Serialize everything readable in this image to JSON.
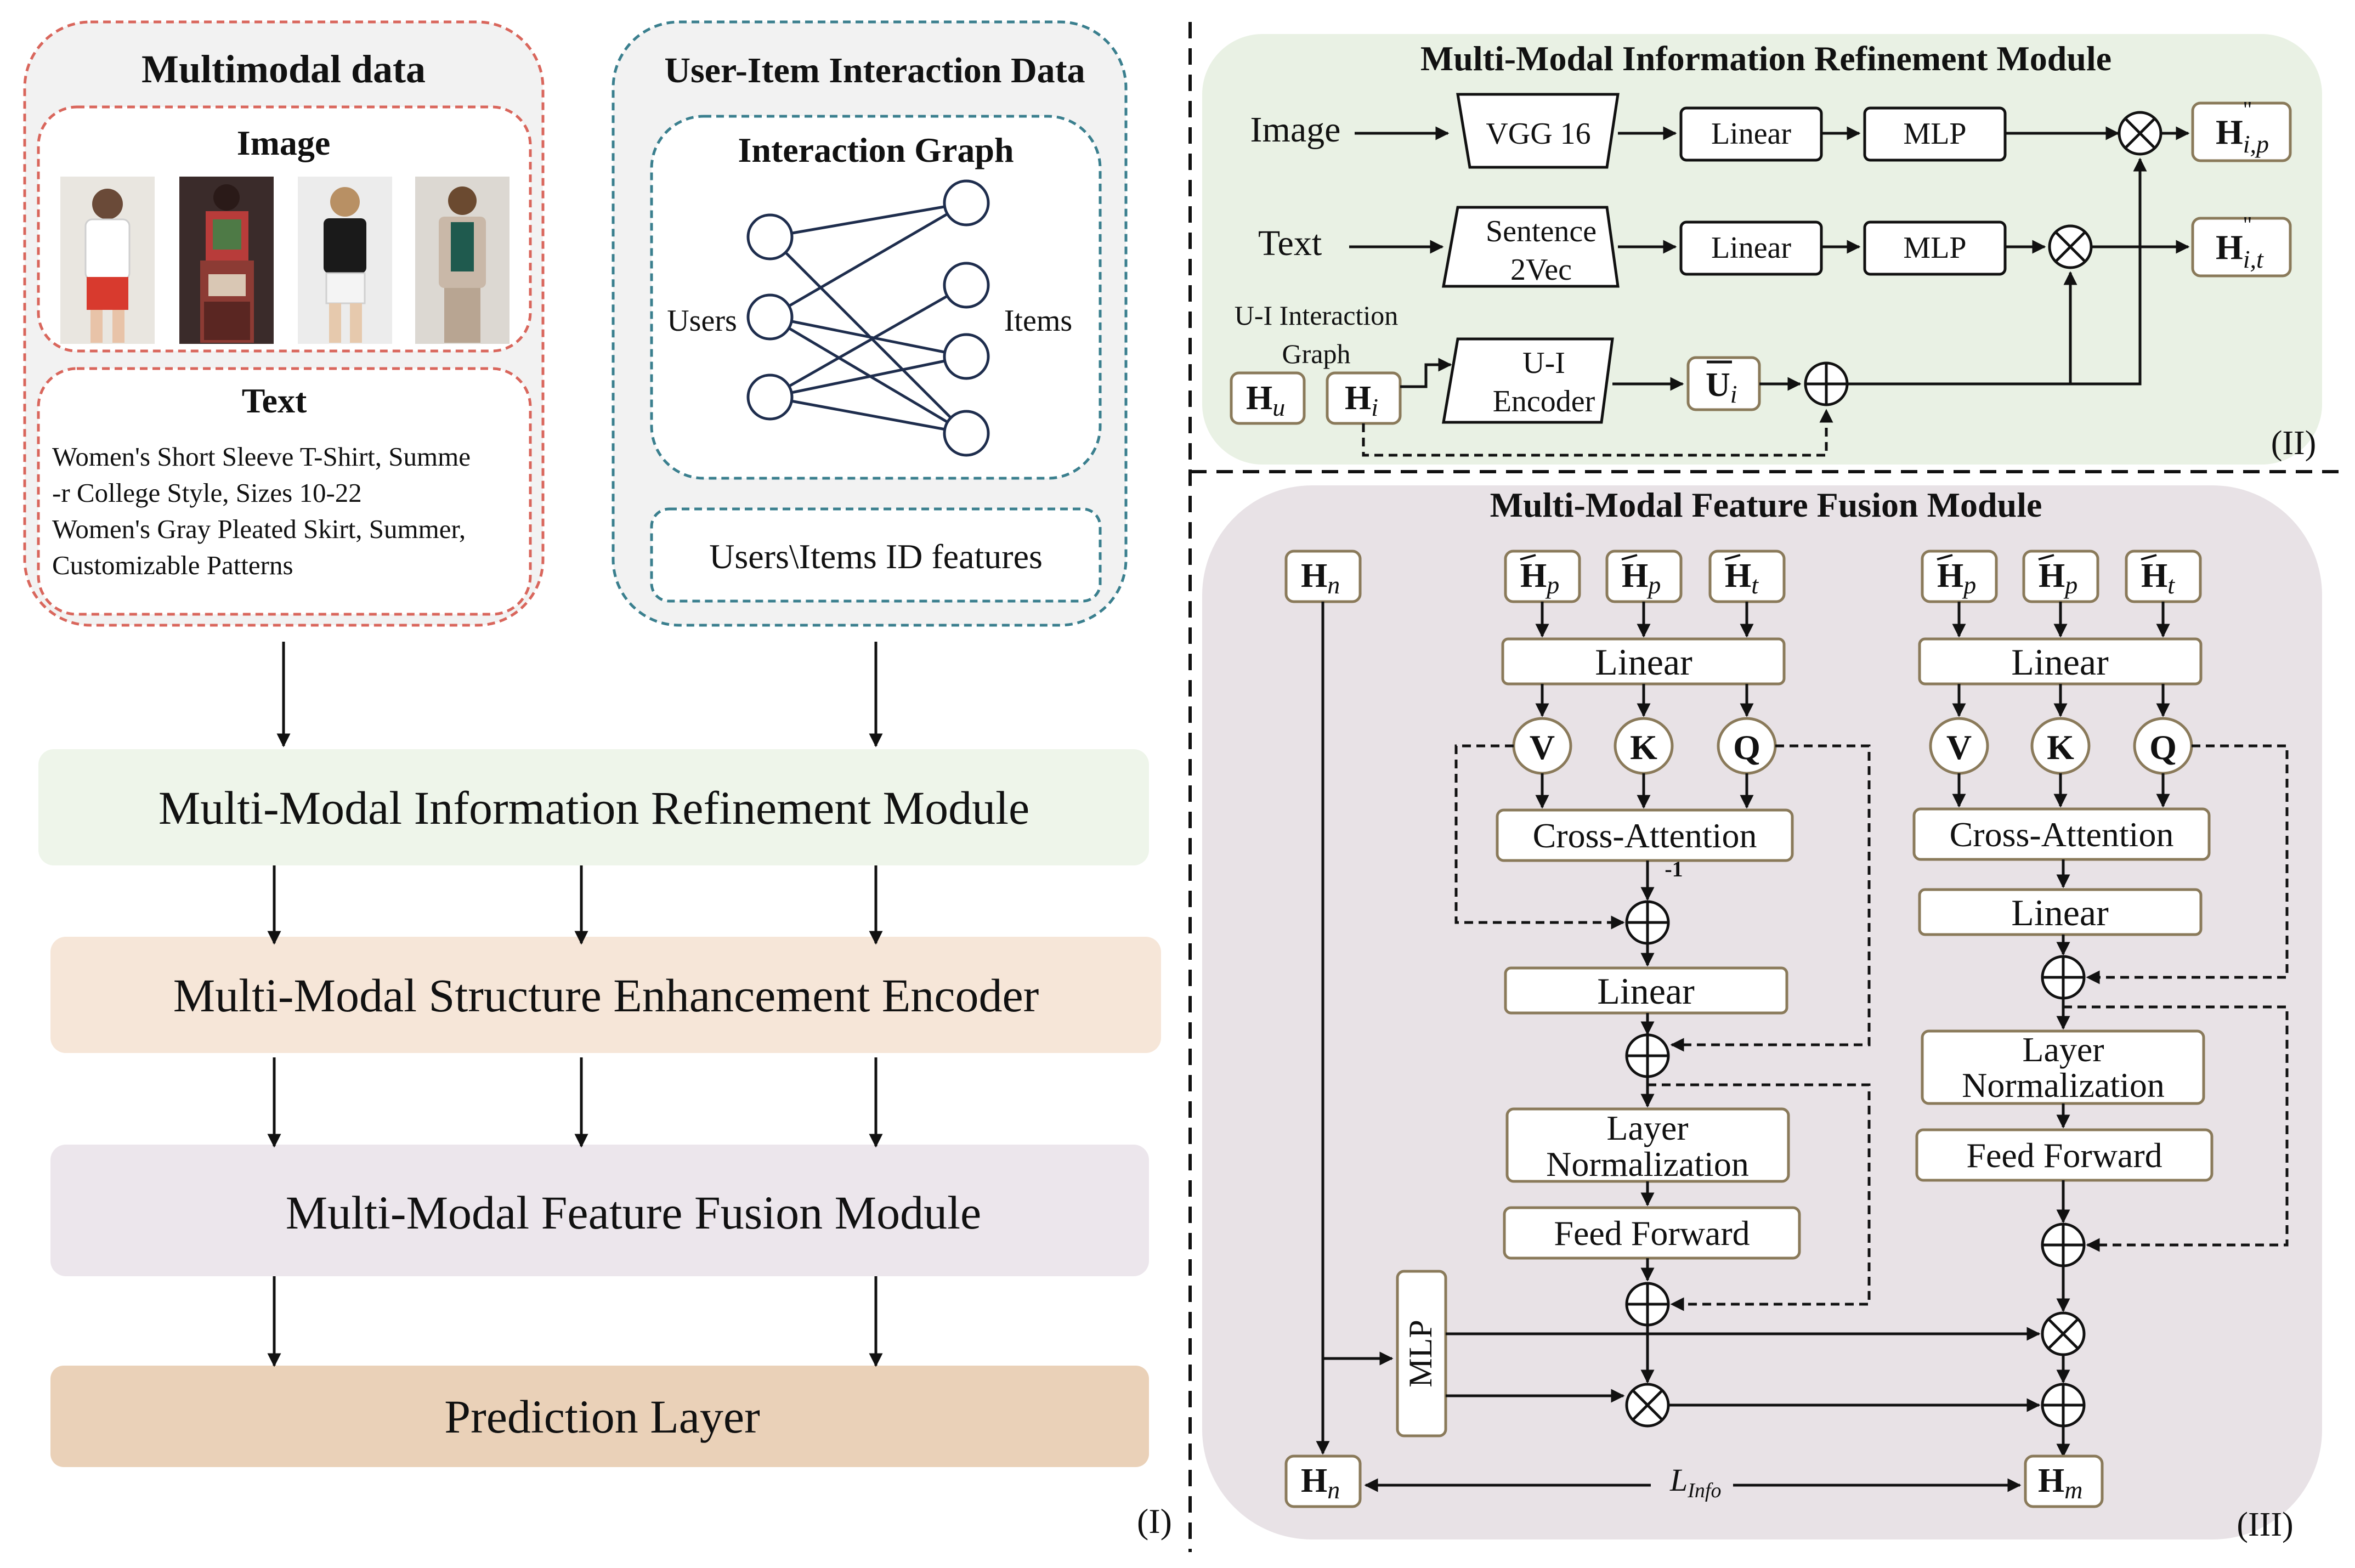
{
  "panel_I": {
    "corner_label": "(I)",
    "multimodal": {
      "title": "Multimodal data",
      "image_title": "Image",
      "text_title": "Text",
      "text_lines": [
        "Women's Short Sleeve T-Shirt, Summe",
        "-r College Style, Sizes 10-22",
        "Women's Gray Pleated Skirt, Summer,",
        "Customizable Patterns"
      ]
    },
    "interaction": {
      "title": "User-Item Interaction Data",
      "graph_title": "Interaction Graph",
      "users_label": "Users",
      "items_label": "Items",
      "id_features": "Users\\Items ID features"
    },
    "pipeline": [
      {
        "label": "Multi-Modal Information Refinement Module",
        "color": "#eef5ea"
      },
      {
        "label": "Multi-Modal Structure Enhancement Encoder",
        "color": "#f6e6d8"
      },
      {
        "label": "Multi-Modal Feature Fusion Module",
        "color": "#ece6ec"
      },
      {
        "label": "Prediction Layer",
        "color": "#ead1b8"
      }
    ]
  },
  "panel_II": {
    "title": "Multi-Modal Information Refinement Module",
    "corner_label": "(II)",
    "image_label": "Image",
    "text_label": "Text",
    "ui_graph_label": [
      "U-I Interaction",
      "Graph"
    ],
    "vgg": "VGG 16",
    "sentence": [
      "Sentence",
      "2Vec"
    ],
    "ui_encoder": [
      "U-I",
      "Encoder"
    ],
    "linear": "Linear",
    "mlp": "MLP",
    "h_u": "H",
    "h_u_sub": "u",
    "h_i": "H",
    "h_i_sub": "i",
    "u_bar": "U",
    "u_bar_sub": "i",
    "out_p": "H",
    "out_p_sub": "i,p",
    "out_t": "H",
    "out_t_sub": "i,t",
    "double_prime": "\""
  },
  "panel_III": {
    "title": "Multi-Modal Feature Fusion Module",
    "corner_label": "(III)",
    "h_n": "H",
    "h_n_sub": "n",
    "h_m_sub": "m",
    "h_tilde": "H",
    "sub_p": "p",
    "sub_t": "t",
    "linear": "Linear",
    "v": "V",
    "k": "K",
    "q": "Q",
    "cross_attention": "Cross-Attention",
    "layer": "Layer",
    "normalization": "Normalization",
    "feed_forward": "Feed Forward",
    "mlp": "MLP",
    "minus_one": "-1",
    "l_info": "L",
    "l_info_sub": "Info"
  },
  "colors": {
    "pink_dash": "#d9665c",
    "teal_dash": "#3a7f8e",
    "green_panel": "#e9f1e4",
    "purple_panel": "#e8e2e6",
    "box_border": "#8a7a5a"
  }
}
